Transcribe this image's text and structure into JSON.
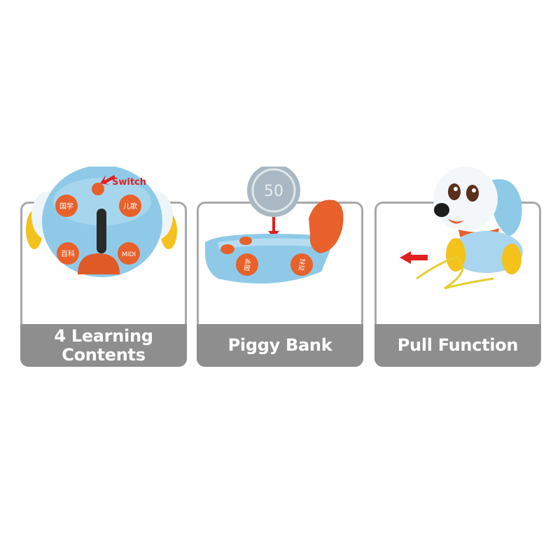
{
  "panels": [
    {
      "caption": "4 Learning\nContents",
      "switch_label": "Switch",
      "buttons": [
        "国学",
        "儿歌",
        "百科",
        "MIDI"
      ]
    },
    {
      "caption": "Piggy Bank",
      "coin_value": "50",
      "buttons": [
        "国学",
        "百科"
      ]
    },
    {
      "caption": "Pull Function"
    }
  ],
  "colors": {
    "panel_border": "#a8a8a8",
    "caption_bg": "#8e8e8e",
    "toy_blue": "#8ecae8",
    "toy_orange": "#e8602a",
    "arrow_red": "#e02020",
    "string_yellow": "#e8cc30"
  }
}
